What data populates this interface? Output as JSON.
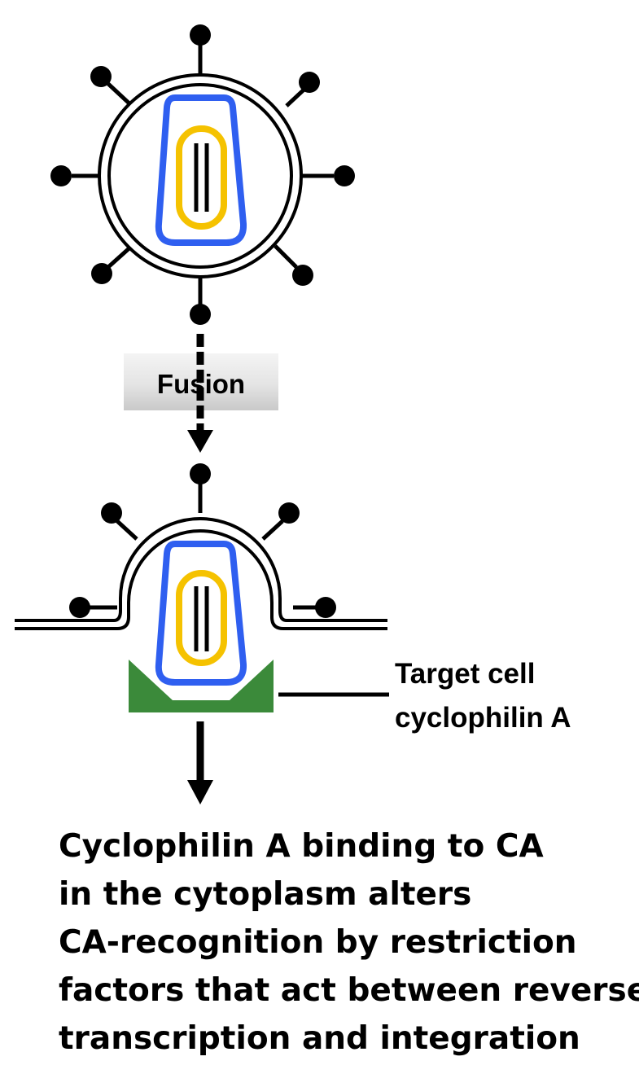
{
  "diagram": {
    "step_label": "Fusion",
    "side_label": [
      "Target cell",
      "cyclophilin A"
    ],
    "caption_lines": [
      "Cyclophilin A binding to CA",
      "in the cytoplasm alters",
      "CA-recognition by restriction",
      "factors that act between reverse",
      "transcription and integration"
    ]
  },
  "colors": {
    "capsid_outer": "#2f5ff0",
    "capsid_inner": "#f5c200",
    "cyclophilin": "#3b8a3a",
    "stroke": "#000000"
  }
}
